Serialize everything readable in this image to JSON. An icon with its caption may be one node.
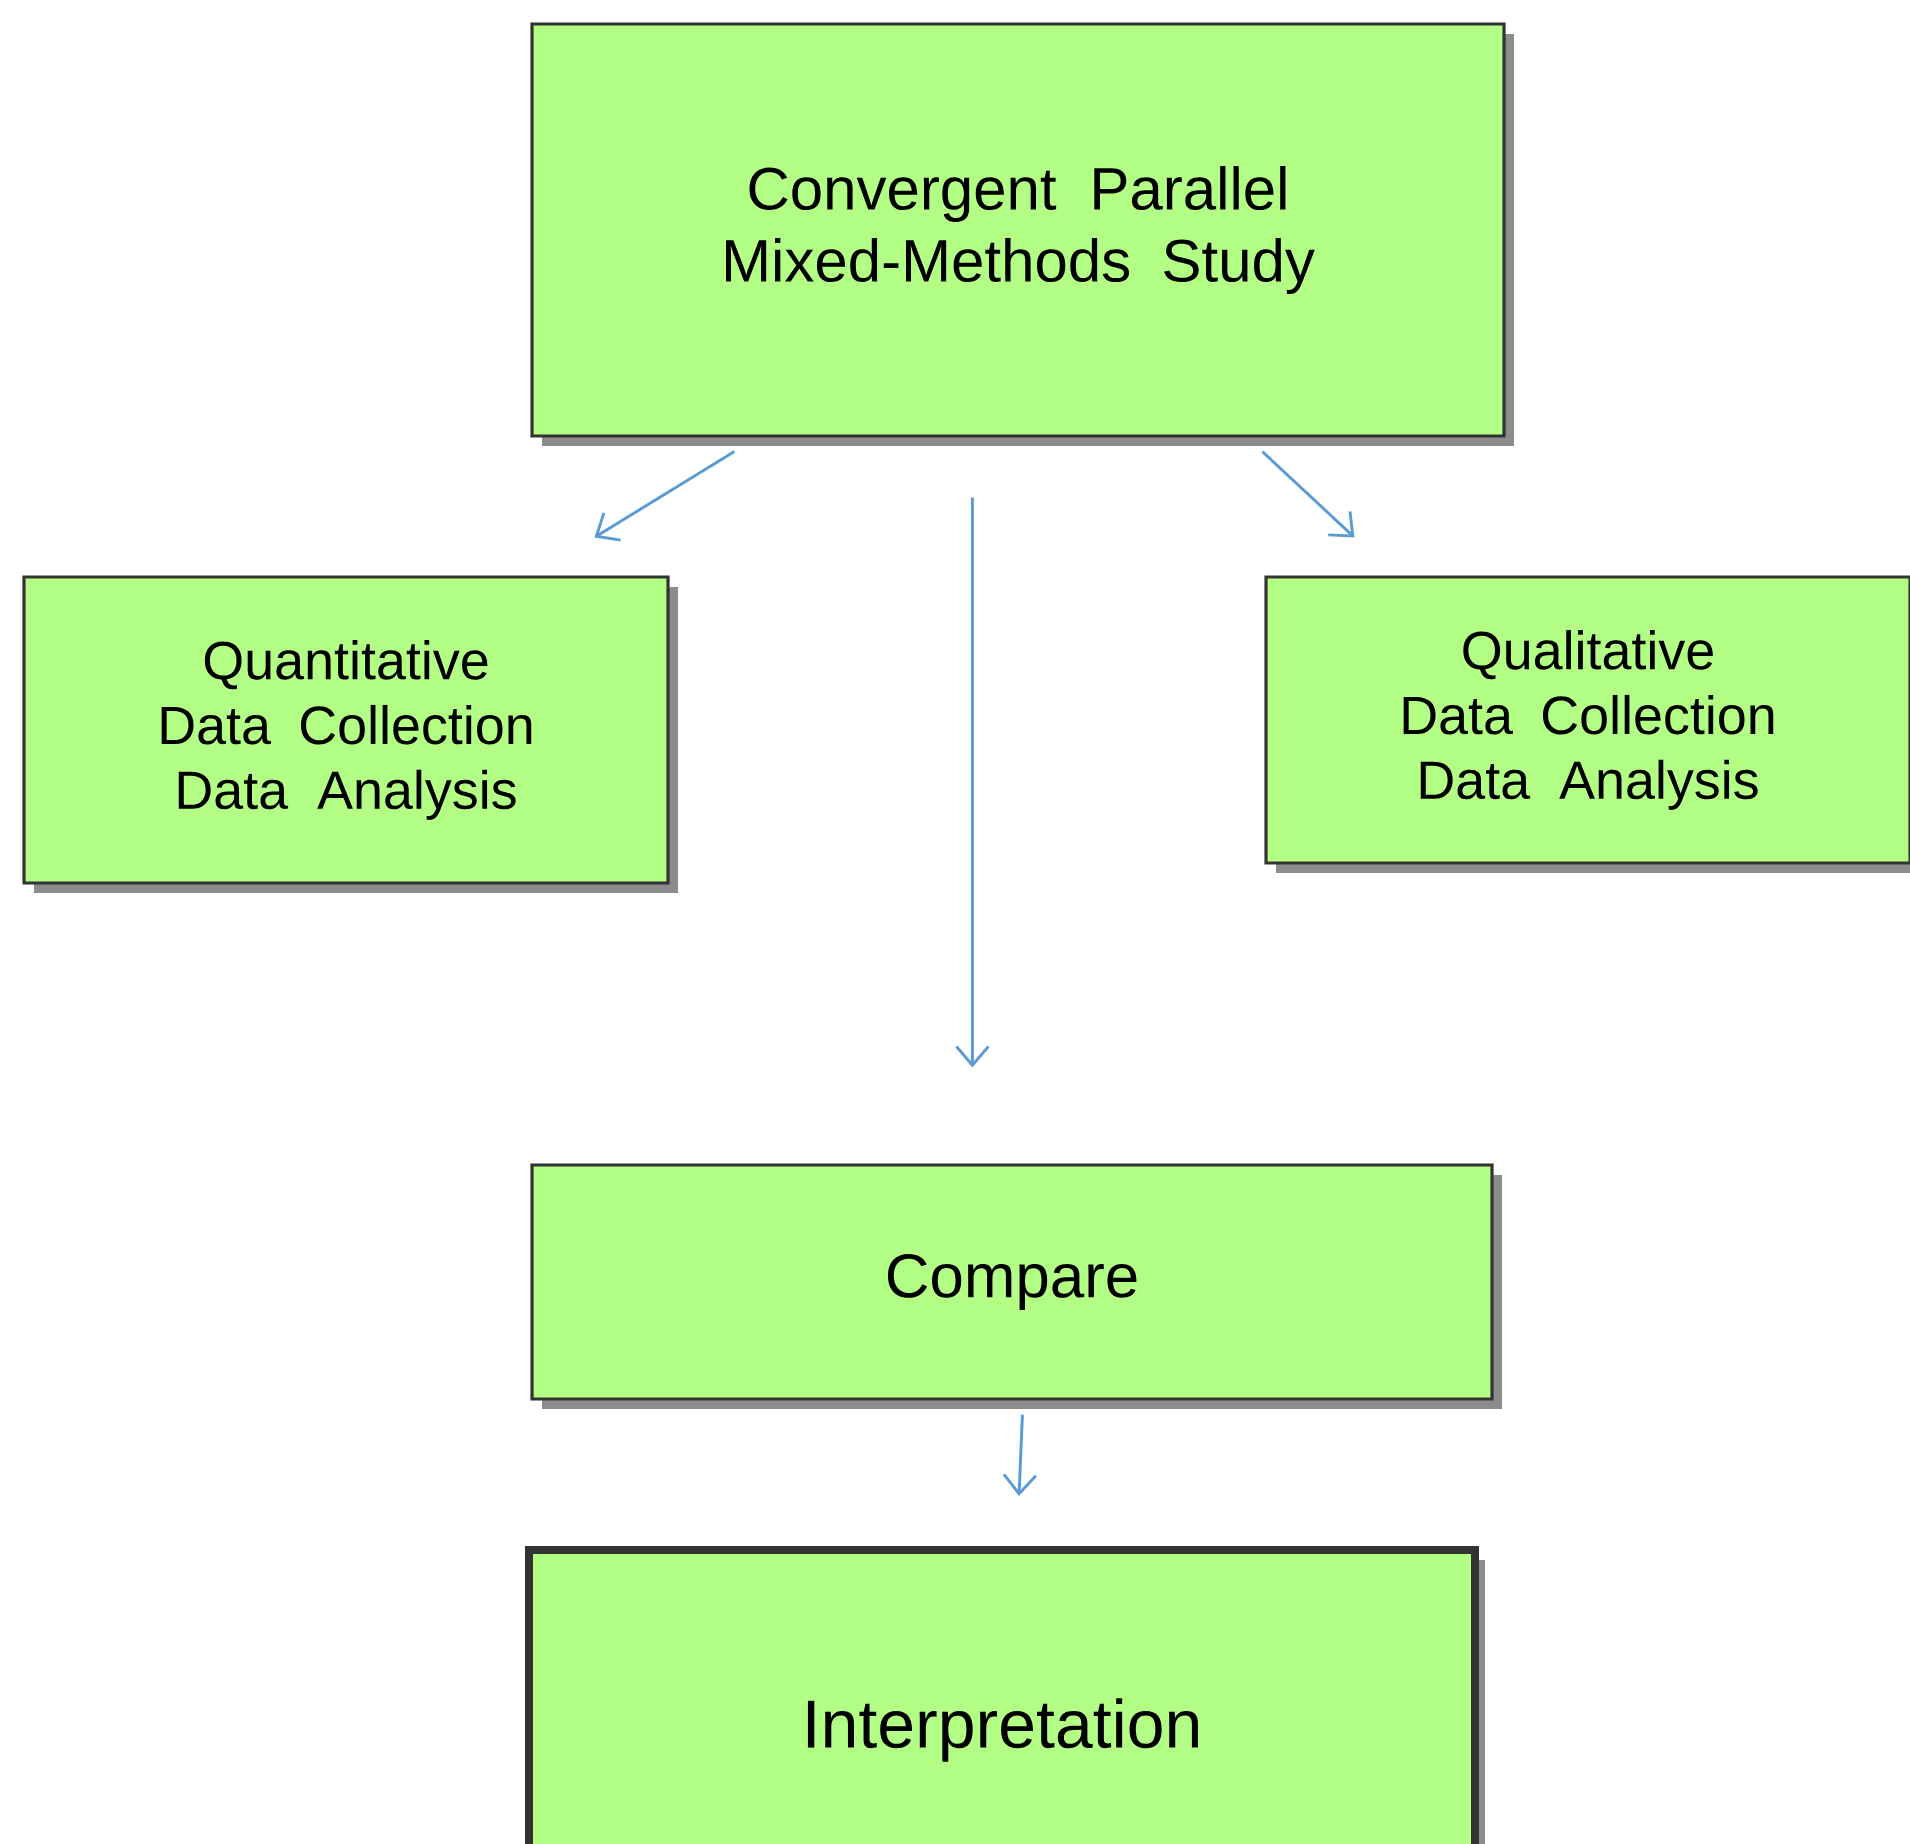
{
  "diagram": {
    "nodes": [
      {
        "text": [
          "Convergent Parallel Mixed-Methods Study"
        ]
      },
      {
        "text": [
          "Quantitative",
          "Data Collection",
          "Data Analysis"
        ]
      },
      {
        "text": [
          "Qualitative",
          "Data Collection",
          "Data Analysis"
        ]
      },
      {
        "text": [
          "Compare"
        ]
      },
      {
        "text": [
          "Interpretation"
        ]
      }
    ],
    "edges": [
      {
        "from": 0,
        "to": 1,
        "arrow": "to"
      },
      {
        "from": 0,
        "to": 2,
        "arrow": "to"
      },
      {
        "from": 0,
        "to": 3,
        "arrow": "to"
      },
      {
        "from": 3,
        "to": 4,
        "arrow": "to"
      }
    ]
  }
}
